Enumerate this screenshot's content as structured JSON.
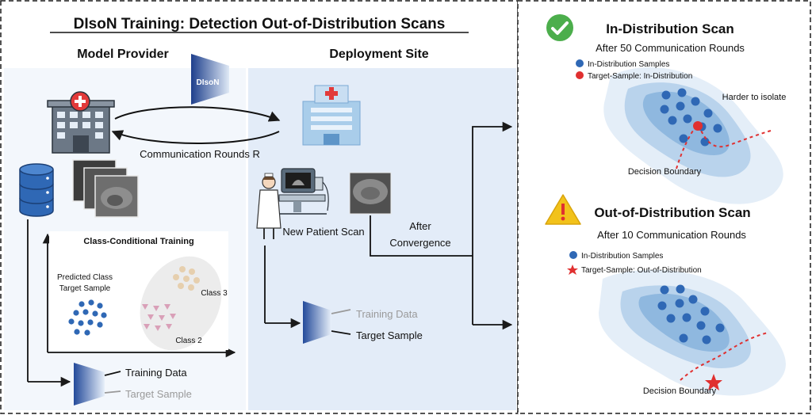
{
  "title": "DIsoN Training: Detection Out-of-Distribution Scans",
  "left": {
    "model_provider_label": "Model Provider",
    "deployment_site_label": "Deployment Site",
    "dison_label": "DIsoN",
    "communication_label": "Communication Rounds R",
    "new_patient_scan_label": "New Patient Scan",
    "after_convergence_label": [
      "After",
      "Convergence"
    ],
    "class_conditional_title": "Class-Conditional Training",
    "predicted_class_label": [
      "Predicted Class",
      "Target Sample"
    ],
    "class3_label": "Class 3",
    "class2_label": "Class 2",
    "provider_outputs": {
      "training": "Training Data",
      "target": "Target Sample"
    },
    "site_outputs": {
      "training": "Training Data",
      "target": "Target Sample"
    }
  },
  "right": {
    "in_dist": {
      "title": "In-Distribution Scan",
      "subtitle": "After 50 Communication Rounds",
      "legend_samples": "In-Distribution Samples",
      "legend_target": "Target-Sample: In-Distribution",
      "harder_label": "Harder to isolate",
      "boundary_label": "Decision Boundary"
    },
    "ood": {
      "title": "Out-of-Distribution Scan",
      "subtitle": "After 10 Communication Rounds",
      "legend_samples": "In-Distribution Samples",
      "legend_target": "Target-Sample: Out-of-Distribution",
      "boundary_label": "Decision Boundary"
    }
  },
  "icons": [
    "hospital-icon",
    "database-icon",
    "scan-stack-icon",
    "nurse-icon",
    "ultrasound-machine-icon",
    "ultrasound-scan-icon",
    "check-icon",
    "warning-icon"
  ],
  "colors": {
    "sample_blue": "#2f68b5",
    "target_red": "#e03030",
    "panel_blue": "#e6eff9",
    "class3_beige": "#e6cfae",
    "class2_pink": "#d9a0b8",
    "check_green": "#4cae4c",
    "warning_yellow": "#f2c21a"
  }
}
